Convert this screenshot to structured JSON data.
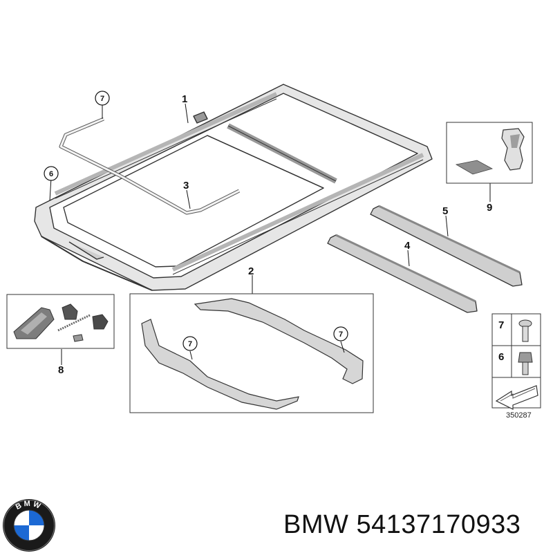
{
  "part_labels": [
    "1",
    "2",
    "3",
    "4",
    "5",
    "6",
    "7",
    "8",
    "9"
  ],
  "circled_labels": {
    "frame_left": "6",
    "seal_top": "7",
    "bracket_a": "7",
    "bracket_b": "7"
  },
  "legend": {
    "row_a": "7",
    "row_b": "6"
  },
  "diagram_ref": "350287",
  "logo": {
    "lettering": "BMW",
    "icon": "bmw-roundel-logo"
  },
  "caption": {
    "brand": "BMW",
    "part_number": "54137170933"
  },
  "colors": {
    "line": "#333333",
    "fill_light": "#ececec",
    "fill_mid": "#bfbfbf",
    "fill_dark": "#8c8c8c",
    "bmw_blue": "#1c69d4"
  }
}
